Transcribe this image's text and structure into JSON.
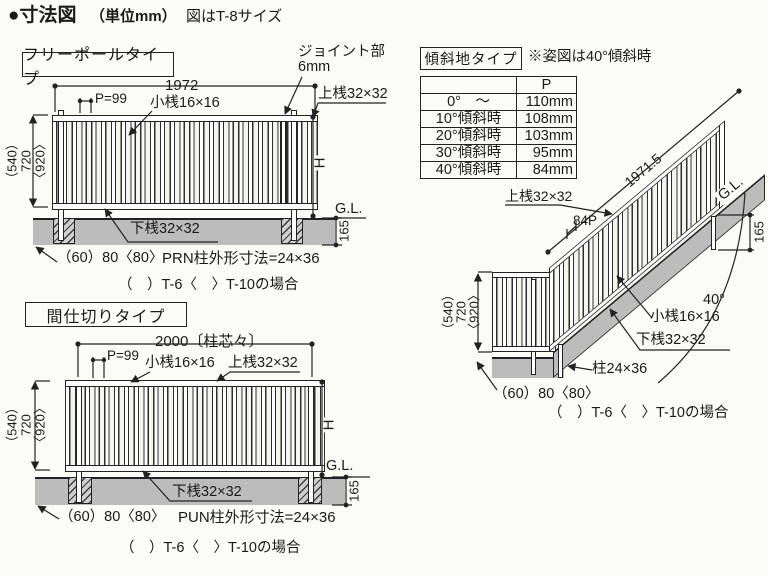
{
  "title": {
    "main": "●寸法図",
    "unit": "（単位mm）",
    "note": "図はT-8サイズ"
  },
  "free_pole": {
    "label": "フリーポールタイプ",
    "width_dim": "1972",
    "pitch": "P=99",
    "small_rail": "小桟16×16",
    "joint_label": "ジョイント部",
    "joint_size": "6mm",
    "top_rail": "上桟32×32",
    "bottom_rail": "下桟32×32",
    "h540": "（540）",
    "h720": "720",
    "h920": "〈920〉",
    "h": "H",
    "gl": "G.L.",
    "embed_depth": "165",
    "footing_dims": "（60）80〈80〉",
    "post_note": "PRN柱外形寸法=24×36",
    "caption": "（　）T-6〈　〉T-10の場合"
  },
  "partition": {
    "label": "間仕切りタイプ",
    "width_dim": "2000〔柱芯々〕",
    "pitch": "P=99",
    "small_rail": "小桟16×16",
    "top_rail": "上桟32×32",
    "bottom_rail": "下桟32×32",
    "h540": "（540）",
    "h720": "720",
    "h920": "〈920〉",
    "h": "H",
    "gl": "G.L.",
    "embed_depth": "165",
    "footing_dims": "（60）80〈80〉",
    "post_note": "PUN柱外形寸法=24×36",
    "caption": "（　）T-6〈　〉T-10の場合"
  },
  "slope": {
    "label": "傾斜地タイプ",
    "note": "※姿図は40°傾斜時",
    "table": {
      "header_p": "P",
      "rows": [
        {
          "angle": "0°　～",
          "p": "110mm"
        },
        {
          "angle": "10°傾斜時",
          "p": "108mm"
        },
        {
          "angle": "20°傾斜時",
          "p": "103mm"
        },
        {
          "angle": "30°傾斜時",
          "p": "95mm"
        },
        {
          "angle": "40°傾斜時",
          "p": "84mm"
        }
      ]
    },
    "slope_length": "1971.5",
    "top_rail": "上桟32×32",
    "pitch": "84P",
    "gl": "G.L.",
    "embed_depth": "165",
    "angle": "40°",
    "small_rail": "小桟16×16",
    "bottom_rail": "下桟32×32",
    "post": "柱24×36",
    "footing_dims": "（60）80〈80〉",
    "h540": "（540）",
    "h720": "720",
    "h920": "〈920〉",
    "caption": "（　）T-6〈　〉T-10の場合"
  },
  "colors": {
    "line": "#222222",
    "ground": "#bcbcbc",
    "background": "#fbfbf8"
  }
}
